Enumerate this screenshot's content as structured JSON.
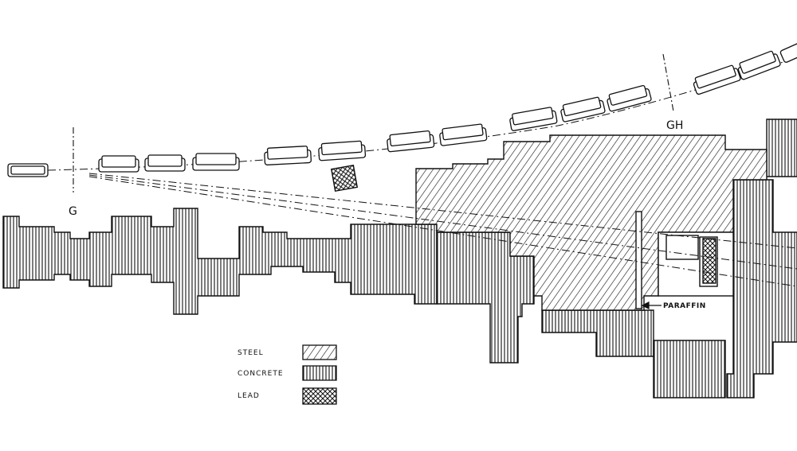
{
  "labels": {
    "g": "G",
    "gh": "GH",
    "paraffin": "PARAFFIN"
  },
  "legend": [
    {
      "label": "STEEL",
      "pattern": "steel"
    },
    {
      "label": "CONCRETE",
      "pattern": "concrete"
    },
    {
      "label": "LEAD",
      "pattern": "lead"
    }
  ],
  "colors": {
    "ink": "#111111",
    "paper": "#ffffff"
  }
}
